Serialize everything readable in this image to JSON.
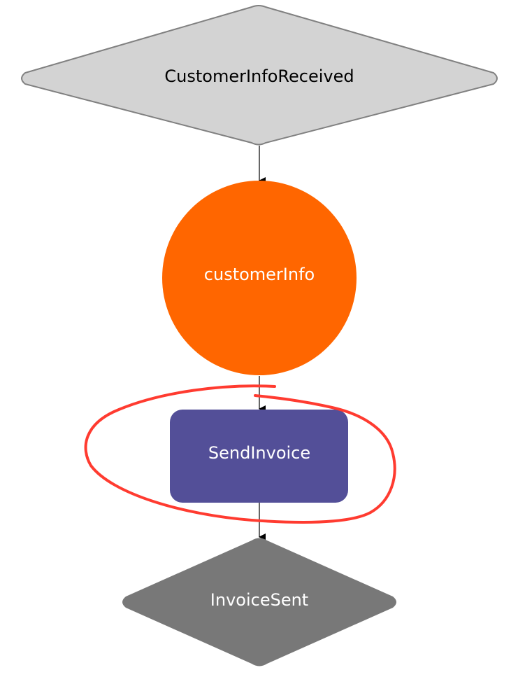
{
  "diagram": {
    "nodes": {
      "customer_info_received": {
        "label": "CustomerInfoReceived",
        "shape": "diamond",
        "fill": "#d3d3d3",
        "stroke": "#808080",
        "text_color": "#000000"
      },
      "customer_info": {
        "label": "customerInfo",
        "shape": "circle",
        "fill": "#ff6600",
        "text_color": "#ffffff"
      },
      "send_invoice": {
        "label": "SendInvoice",
        "shape": "rounded-rectangle",
        "fill": "#534f98",
        "text_color": "#ffffff"
      },
      "invoice_sent": {
        "label": "InvoiceSent",
        "shape": "diamond",
        "fill": "#787878",
        "text_color": "#ffffff"
      }
    },
    "edges": [
      {
        "from": "CustomerInfoReceived",
        "to": "customerInfo"
      },
      {
        "from": "customerInfo",
        "to": "SendInvoice"
      },
      {
        "from": "SendInvoice",
        "to": "InvoiceSent"
      }
    ],
    "highlight": {
      "target": "SendInvoice",
      "shape": "hand-drawn-ellipse",
      "color": "#ff3b30"
    }
  }
}
